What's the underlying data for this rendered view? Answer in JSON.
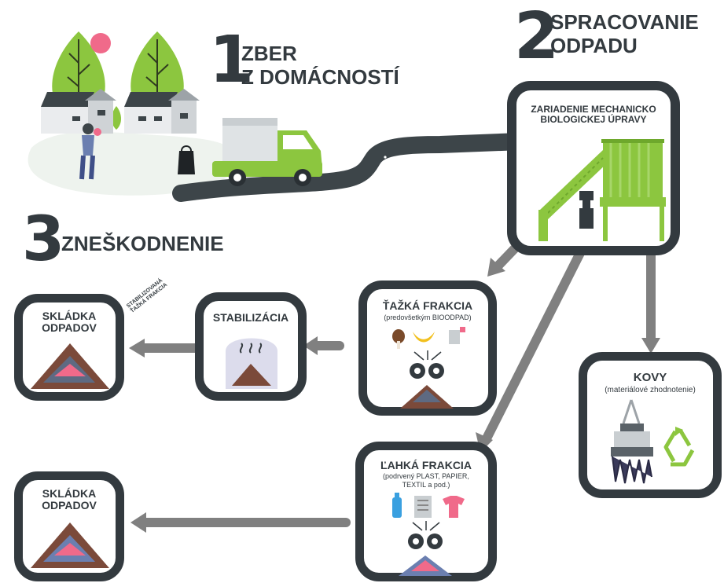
{
  "steps": {
    "step1": {
      "number": "1",
      "title_line1": "ZBER",
      "title_line2": "Z DOMÁCNOSTÍ"
    },
    "step2": {
      "number": "2",
      "title_line1": "SPRACOVANIE",
      "title_line2": "ODPADU"
    },
    "step3": {
      "number": "3",
      "title": "ZNEŠKODNENIE"
    }
  },
  "boxes": {
    "mbt": {
      "title_line1": "ZARIADENIE MECHANICKO",
      "title_line2": "BIOLOGICKEJ ÚPRAVY"
    },
    "heavy": {
      "title": "ŤAŽKÁ FRAKCIA",
      "subtitle": "(predovšetkým BIOODPAD)"
    },
    "light": {
      "title": "ĽAHKÁ FRAKCIA",
      "subtitle_line1": "(podrvený PLAST, PAPIER,",
      "subtitle_line2": "TEXTIL a pod.)"
    },
    "metals": {
      "title": "KOVY",
      "subtitle": "(materiálové zhodnotenie)"
    },
    "stabilization": {
      "title": "STABILIZÁCIA"
    },
    "landfill_top": {
      "title_line1": "SKLÁDKA",
      "title_line2": "ODPADOV"
    },
    "landfill_bottom": {
      "title_line1": "SKLÁDKA",
      "title_line2": "ODPADOV"
    }
  },
  "arrow_label": {
    "line1": "STABILIZOVANÁ",
    "line2": "ŤAŽKÁ FRAKCIA"
  },
  "icons": [
    "tree-icon",
    "house-icon",
    "person-icon",
    "trash-bag-icon",
    "garbage-truck-icon",
    "road-icon",
    "processing-plant-icon",
    "gear-icon",
    "waste-pile-icon",
    "banana-icon",
    "tea-bag-icon",
    "bottle-icon",
    "newspaper-icon",
    "tshirt-icon",
    "magnet-icon",
    "recycle-icon"
  ],
  "colors": {
    "dark": "#333a3f",
    "green": "#8cc63f",
    "arrow": "#808080",
    "accent_pink": "#f06a8a"
  }
}
